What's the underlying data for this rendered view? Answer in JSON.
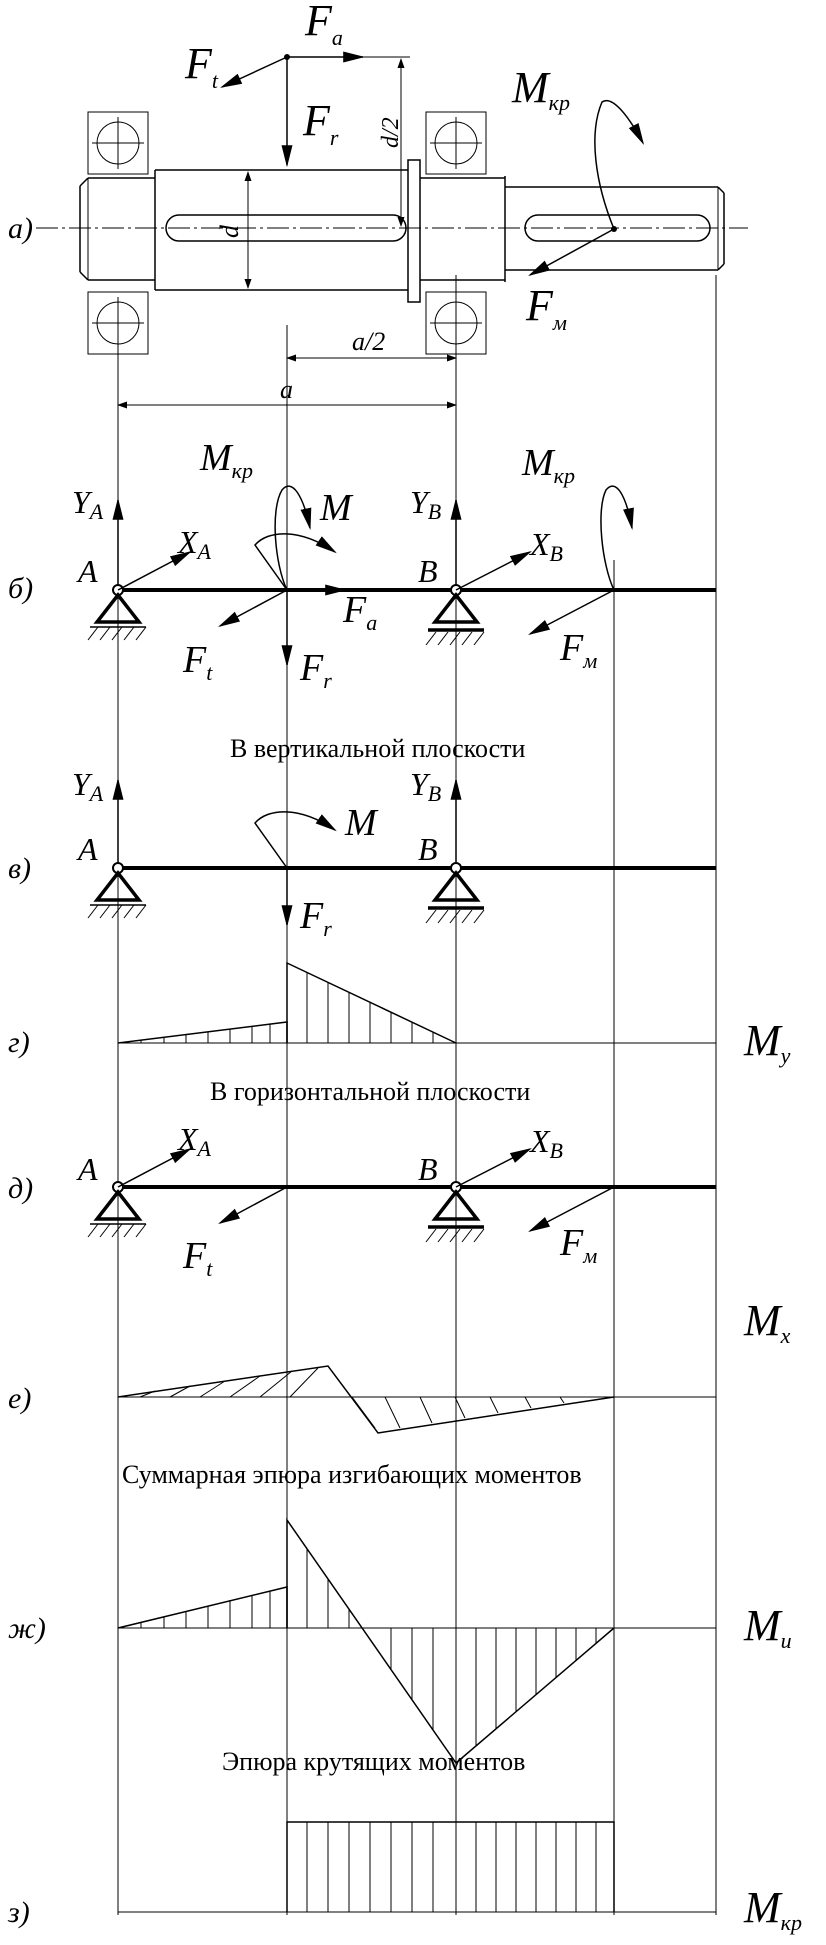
{
  "panel_labels": [
    "а)",
    "б)",
    "в)",
    "г)",
    "д)",
    "е)",
    "ж)",
    "з)"
  ],
  "headings": {
    "vertical": "В вертикальной плоскости",
    "horizontal": "В горизонтальной плоскости",
    "total_bending": "Суммарная эпюра изгибающих моментов",
    "torque": "Эпюра крутящих моментов"
  },
  "forces": {
    "Ft": {
      "base": "F",
      "sub": "t"
    },
    "Fa": {
      "base": "F",
      "sub": "a"
    },
    "Fr": {
      "base": "F",
      "sub": "r"
    },
    "Fm": {
      "base": "F",
      "sub": "м"
    },
    "Mkr": {
      "base": "M",
      "sub": "кр"
    },
    "M": "M",
    "YA": {
      "base": "Y",
      "sub": "A"
    },
    "YB": {
      "base": "Y",
      "sub": "B"
    },
    "XA": {
      "base": "X",
      "sub": "A"
    },
    "XB": {
      "base": "X",
      "sub": "B"
    }
  },
  "supports": {
    "A": "A",
    "B": "B"
  },
  "dimensions": {
    "d": "d",
    "d_half": "d/2",
    "a": "a",
    "a_half": "a/2"
  },
  "diagram_labels": {
    "My": {
      "base": "M",
      "sub": "y"
    },
    "Mx": {
      "base": "M",
      "sub": "x"
    },
    "Mi": {
      "base": "M",
      "sub": "и"
    },
    "Mkr": {
      "base": "M",
      "sub": "кр"
    }
  }
}
